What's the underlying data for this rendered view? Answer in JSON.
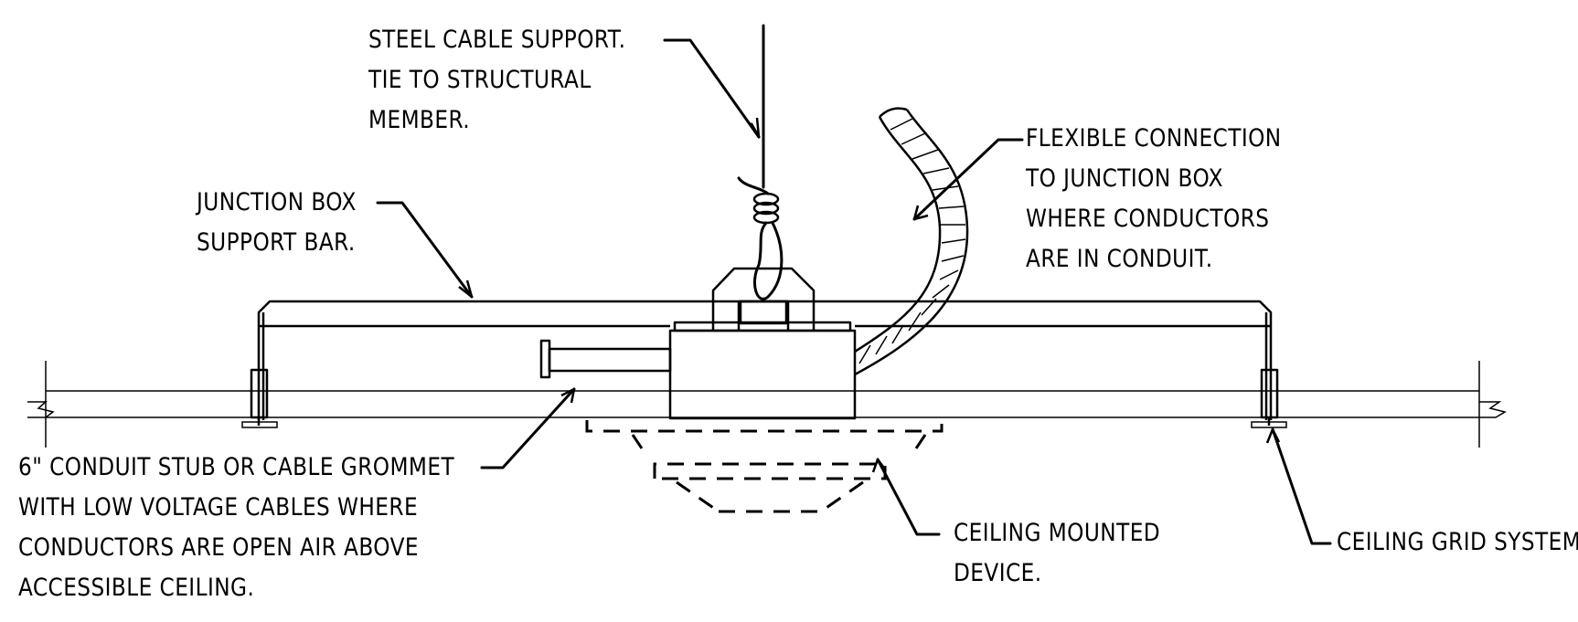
{
  "labels": {
    "steel_cable": [
      "STEEL CABLE SUPPORT.",
      "TIE TO STRUCTURAL",
      "MEMBER."
    ],
    "junction_bar": [
      "JUNCTION BOX",
      "SUPPORT BAR."
    ],
    "flex_connection": [
      "FLEXIBLE CONNECTION",
      "TO JUNCTION BOX",
      "WHERE CONDUCTORS",
      "ARE IN CONDUIT."
    ],
    "conduit_stub": [
      "6\" CONDUIT STUB OR CABLE GROMMET",
      "WITH LOW VOLTAGE CABLES WHERE",
      "CONDUCTORS ARE OPEN AIR ABOVE",
      "ACCESSIBLE CEILING."
    ],
    "ceiling_device": [
      "CEILING MOUNTED",
      "DEVICE."
    ],
    "ceiling_grid": [
      "CEILING GRID SYSTEM"
    ]
  }
}
